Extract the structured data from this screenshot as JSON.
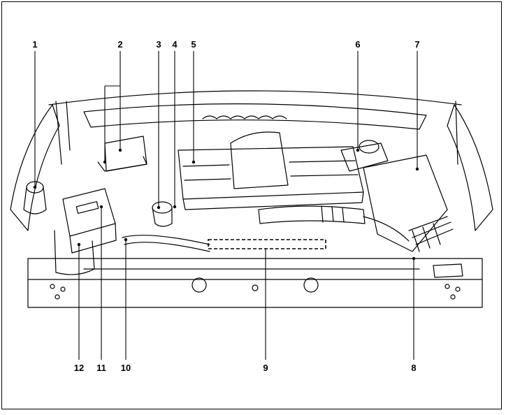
{
  "diagram": {
    "subject": "engine-compartment",
    "callouts": [
      {
        "id": "c1",
        "text": "1"
      },
      {
        "id": "c2",
        "text": "2"
      },
      {
        "id": "c3",
        "text": "3"
      },
      {
        "id": "c4",
        "text": "4"
      },
      {
        "id": "c5",
        "text": "5"
      },
      {
        "id": "c6",
        "text": "6"
      },
      {
        "id": "c7",
        "text": "7"
      },
      {
        "id": "c8",
        "text": "8"
      },
      {
        "id": "c9",
        "text": "9"
      },
      {
        "id": "c10",
        "text": "10"
      },
      {
        "id": "c11",
        "text": "11"
      },
      {
        "id": "c12",
        "text": "12"
      }
    ],
    "colors": {
      "line": "#000000",
      "background": "#ffffff"
    }
  }
}
